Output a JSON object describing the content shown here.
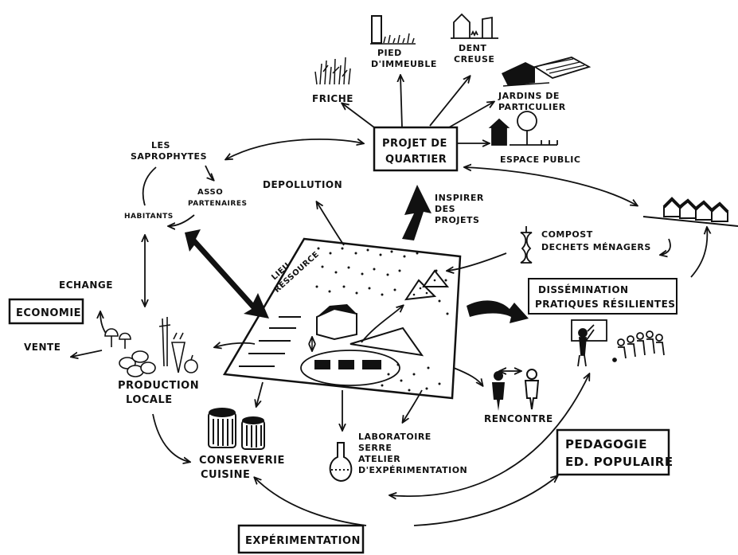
{
  "labels": {
    "friche": "FRICHE",
    "pied_immeuble_1": "PIED",
    "pied_immeuble_2": "D'IMMEUBLE",
    "dent_creuse_1": "DENT",
    "dent_creuse_2": "CREUSE",
    "jardins_1": "JARDINS DE",
    "jardins_2": "PARTICULIER",
    "espace_public": "ESPACE PUBLIC",
    "projet_quartier_1": "PROJET DE",
    "projet_quartier_2": "QUARTIER",
    "saprophytes_1": "LES",
    "saprophytes_2": "SAPROPHYTES",
    "asso_1": "ASSO",
    "asso_2": "PARTENAIRES",
    "habitants": "HABITANTS",
    "depollution": "DEPOLLUTION",
    "inspirer_1": "INSPIRER",
    "inspirer_2": "DES",
    "inspirer_3": "PROJETS",
    "compost_1": "COMPOST",
    "compost_2": "DECHETS MÉNAGERS",
    "lieu_ressource_1": "LIEU",
    "lieu_ressource_2": "RESSOURCE",
    "echange": "ECHANGE",
    "economie": "ECONOMIE",
    "vente": "VENTE",
    "dissemination_1": "DISSÉMINATION",
    "dissemination_2": "PRATIQUES RÉSILIENTES",
    "production_1": "PRODUCTION",
    "production_2": "LOCALE",
    "rencontre": "RENCONTRE",
    "laboratoire_1": "LABORATOIRE",
    "laboratoire_2": "SERRE",
    "laboratoire_3": "ATELIER",
    "laboratoire_4": "D'EXPÉRIMENTATION",
    "conserverie_1": "CONSERVERIE",
    "conserverie_2": "CUISINE",
    "pedagogie_1": "PEDAGOGIE",
    "pedagogie_2": "ED. POPULAIRE",
    "experimentation": "EXPÉRIMENTATION"
  },
  "icons": [
    "grass-icon",
    "building-icon",
    "houses-icon",
    "greenhouse-icon",
    "tree-icon",
    "apple-core-icon",
    "seedling-icon",
    "vegetables-icon",
    "jar-icon",
    "flask-icon",
    "people-icon",
    "teacher-icon",
    "rowhouses-icon"
  ]
}
